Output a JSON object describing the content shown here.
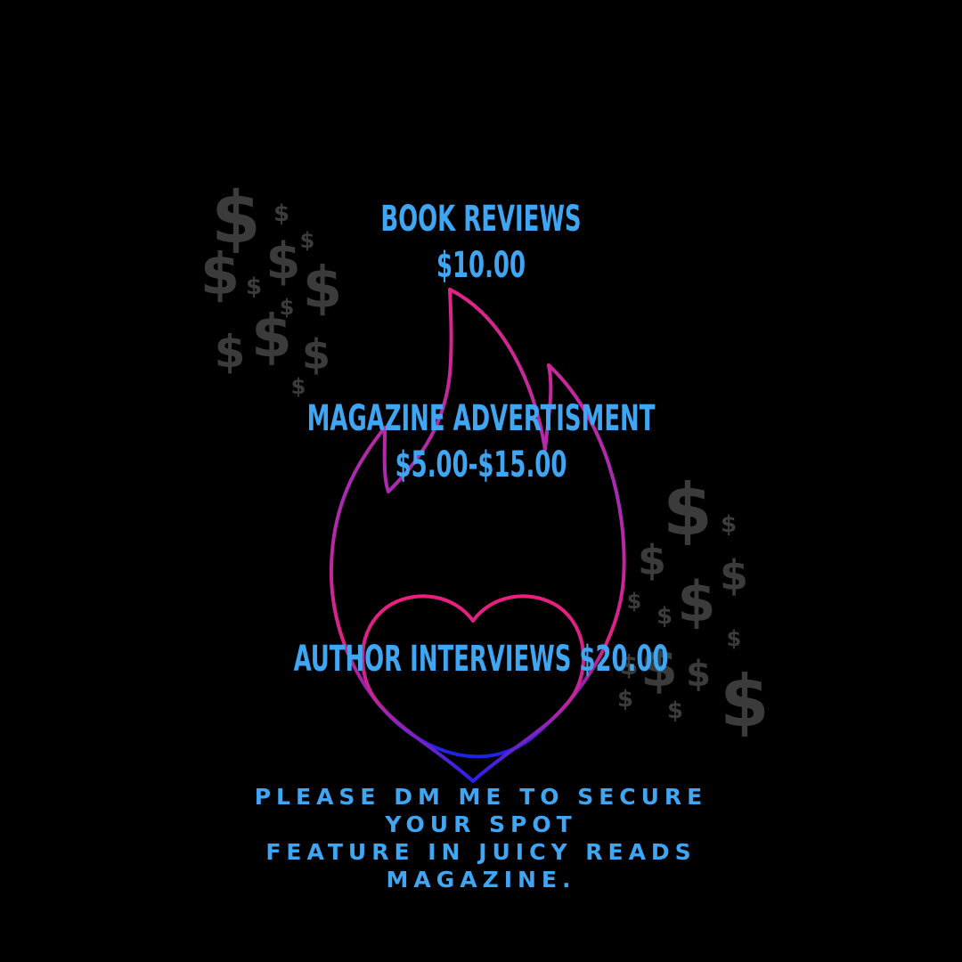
{
  "colors": {
    "background": "#000000",
    "text": "#3ea6f3",
    "dollar": "#3b3b3b",
    "flame_top": "#e02585",
    "flame_bottom": "#1c22e8"
  },
  "icons": [
    "dollar-sign-icon",
    "flame-outline-icon",
    "heart-outline-icon"
  ],
  "offers": {
    "book_reviews": {
      "label": "BOOK REVIEWS",
      "price": "$10.00"
    },
    "magazine_ad": {
      "label": "MAGAZINE ADVERTISMENT",
      "price": "$5.00-$15.00"
    },
    "author_interviews": {
      "line": "AUTHOR INTERVIEWS $20.00"
    }
  },
  "cta": {
    "line1": "PLEASE DM ME TO SECURE",
    "line2": "YOUR SPOT",
    "line3": "FEATURE IN JUICY READS",
    "line4": "MAGAZINE."
  }
}
